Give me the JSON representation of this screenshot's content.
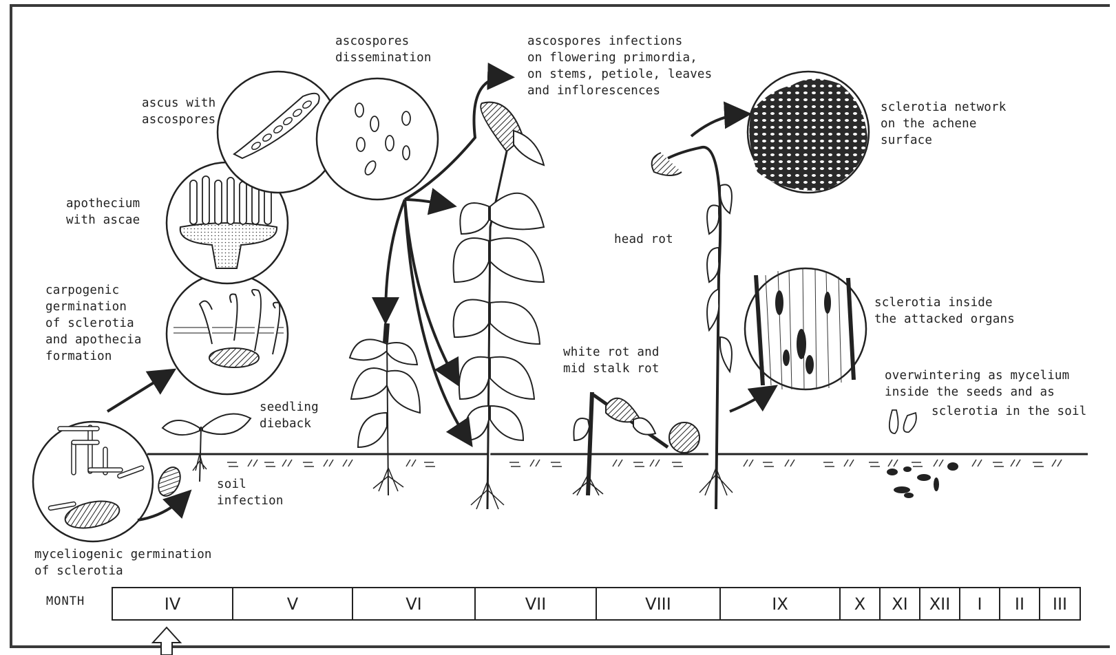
{
  "labels": {
    "ascus": "ascus with\nascospores",
    "dissemination": "ascospores\ndissemination",
    "infections": "ascospores infections\non flowering primordia,\non stems, petiole, leaves\nand inflorescences",
    "network": "sclerotia network\non the achene\nsurface",
    "apothecium": "apothecium\nwith ascae",
    "head_rot": "head rot",
    "carpogenic": "carpogenic\ngermination\nof sclerotia\nand apothecia\nformation",
    "inside_organs": "sclerotia inside\nthe attacked organs",
    "white_rot": "white rot and\nmid stalk rot",
    "overwintering_1": "overwintering as mycelium\ninside the seeds and as",
    "overwintering_2": "sclerotia in the soil",
    "seedling": "seedling\ndieback",
    "soil": "soil\ninfection",
    "myceliogenic": "myceliogenic germination\nof sclerotia"
  },
  "timeline": {
    "title": "MONTH",
    "months": [
      "IV",
      "V",
      "VI",
      "VII",
      "VIII",
      "IX",
      "X",
      "XI",
      "XII",
      "I",
      "II",
      "III"
    ]
  }
}
